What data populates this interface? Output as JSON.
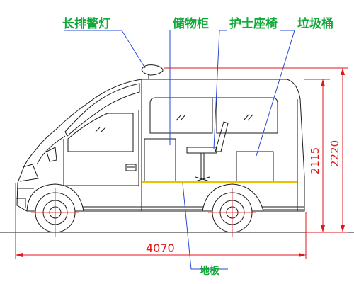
{
  "labels": {
    "warning_light": "长排警灯",
    "storage_cabinet": "储物柜",
    "nurse_seat": "护士座椅",
    "trash_bin": "垃圾桶",
    "floor": "地板"
  },
  "dimensions": {
    "overall_length": "4070",
    "interior_height": "2115",
    "overall_height": "2220"
  },
  "colors": {
    "label_green": "#13a83a",
    "leader_blue": "#2748d8",
    "dimension_red": "#e0161b",
    "floor_yellow": "#e9c300",
    "outline": "#1a1a1a"
  }
}
